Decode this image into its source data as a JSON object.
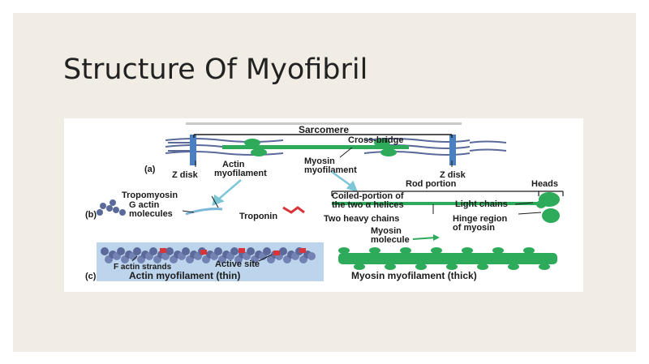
{
  "slide": {
    "title": "Structure Of Myofibril"
  },
  "figure": {
    "panel_a": {
      "letter": "(a)",
      "sarcomere": "Sarcomere",
      "cross_bridge": "Cross-bridge",
      "z_disk_left": "Z disk",
      "z_disk_right": "Z disk",
      "actin_line1": "Actin",
      "actin_line2": "myofilament",
      "myosin_line1": "Myosin",
      "myosin_line2": "myofilament"
    },
    "panel_b": {
      "letter": "(b)",
      "tropomyosin": "Tropomyosin",
      "g_actin_line1": "G actin",
      "g_actin_line2": "molecules",
      "troponin": "Troponin",
      "rod_portion": "Rod portion",
      "heads": "Heads",
      "coiled_line1": "Coiled-portion of",
      "coiled_line2": "the two α helices",
      "light_chains": "Light chains",
      "two_heavy_chains": "Two heavy chains",
      "hinge_line1": "Hinge region",
      "hinge_line2": "of myosin",
      "myosin_line1": "Myosin",
      "myosin_line2": "molecule"
    },
    "panel_c": {
      "letter": "(c)",
      "f_actin": "F actin strands",
      "active_site": "Active site",
      "actin_thin": "Actin myofilament (thin)",
      "myosin_thick": "Myosin myofilament (thick)"
    },
    "colors": {
      "actin": "#5b6a9a",
      "myosin": "#2eab5a",
      "zdisk": "#4a7fc0",
      "troponin": "#d8343a",
      "panel_c_bg": "#bcd4ec"
    }
  }
}
